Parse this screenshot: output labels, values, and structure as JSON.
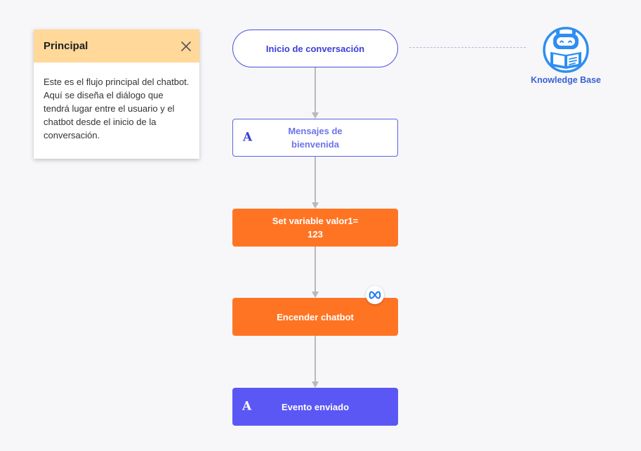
{
  "info_card": {
    "title": "Principal",
    "body": "Este es el flujo principal del chatbot. Aquí se diseña el diálogo que tendrá lugar entre el usuario y el chatbot desde el inicio de la conversación.",
    "close_icon": "close-icon"
  },
  "flow": {
    "start": {
      "label": "Inicio de conversación"
    },
    "welcome": {
      "letter": "A",
      "label": "Mensajes de bienvenida"
    },
    "set_variable": {
      "label": "Set variable valor1= 123"
    },
    "chatbot_on": {
      "label": "Encender chatbot",
      "badge_icon": "meta-icon"
    },
    "event_sent": {
      "letter": "A",
      "label": "Evento enviado"
    }
  },
  "knowledge_base": {
    "label": "Knowledge Base",
    "icon": "robot-reading-book-icon"
  },
  "colors": {
    "canvas": "#f7f7f9",
    "card_header": "#ffd89a",
    "primary_blue": "#3a3fd8",
    "orange": "#ff7423",
    "purple": "#5b57f5",
    "connector": "#b9b9b9",
    "kb_blue": "#2f8ef0"
  }
}
